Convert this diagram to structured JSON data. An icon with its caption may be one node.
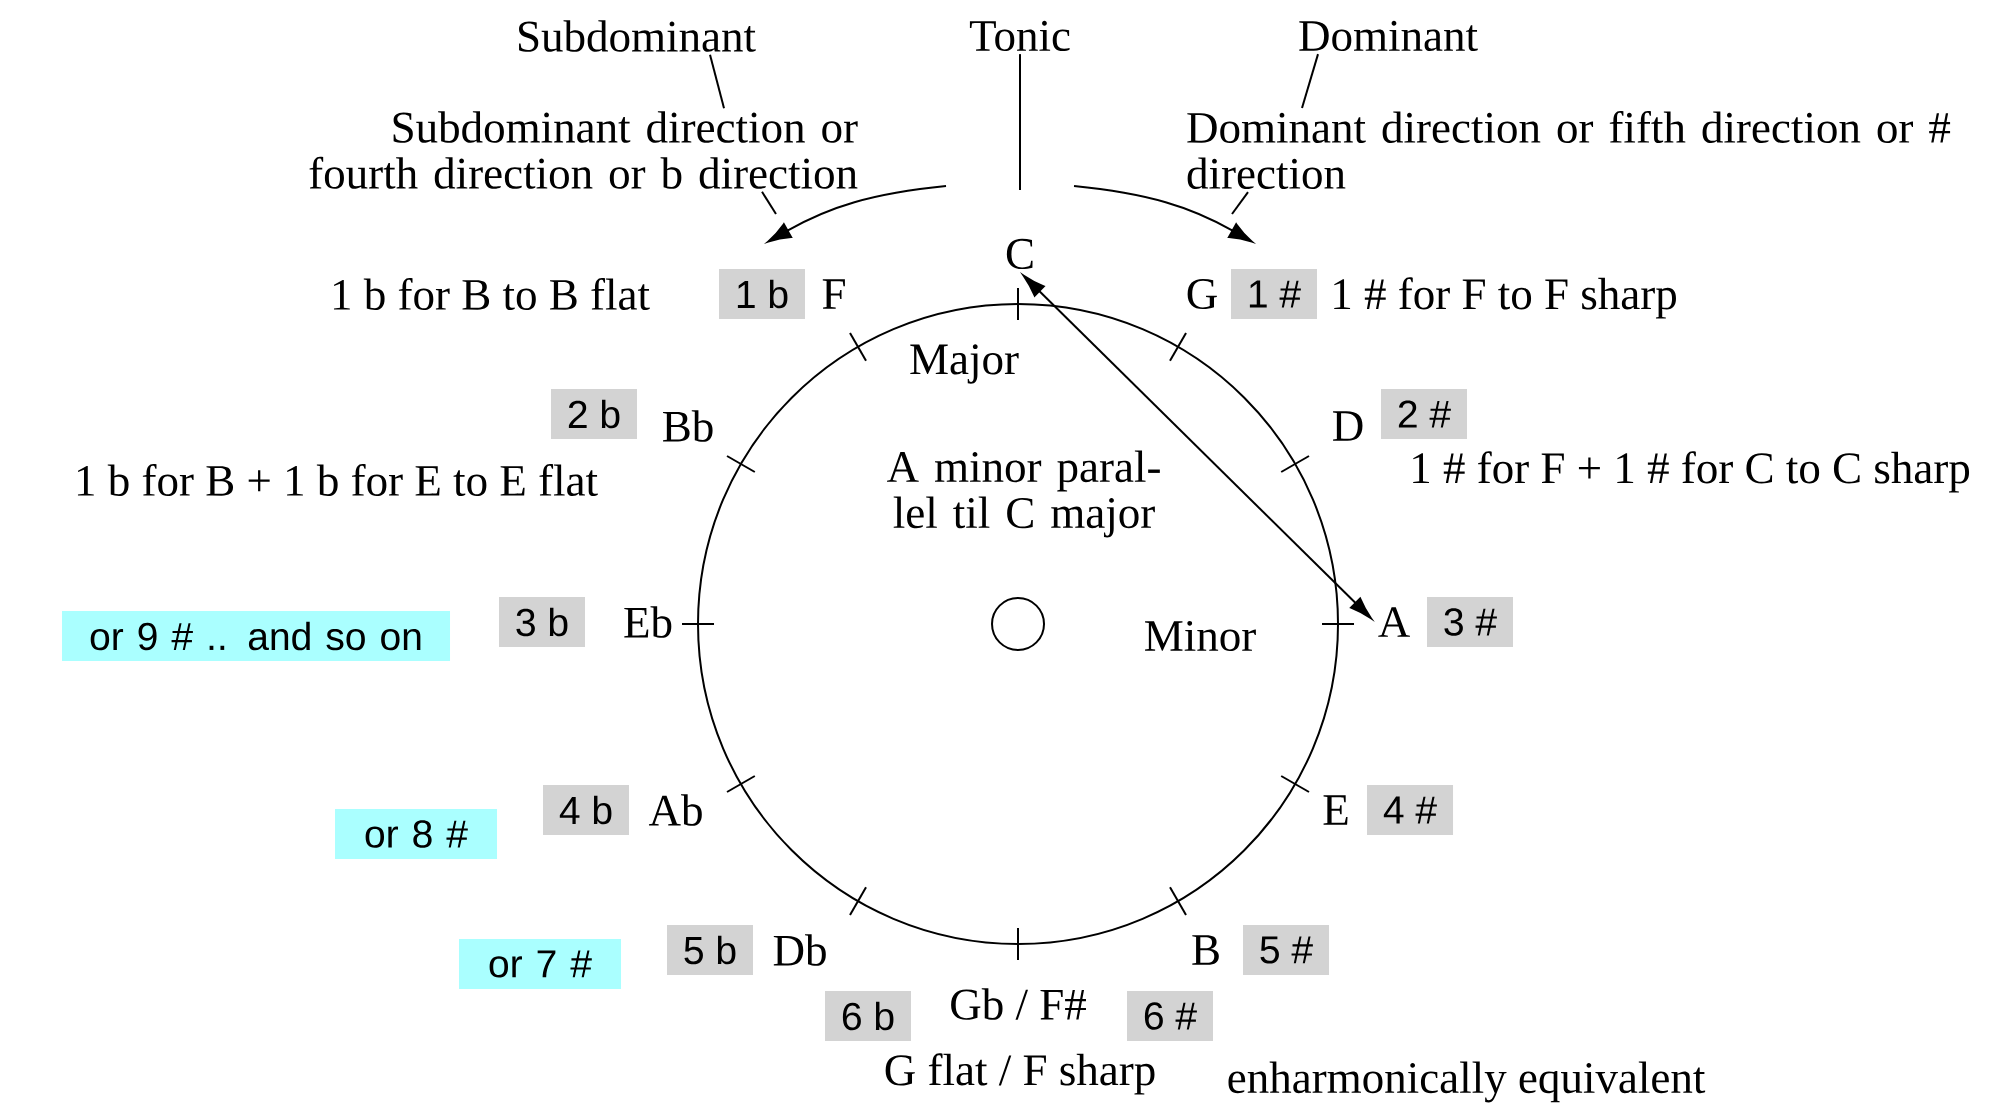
{
  "diagram": {
    "nodes": [
      {
        "text": [
          "Subdominant"
        ]
      },
      {
        "text": [
          "Tonic"
        ]
      },
      {
        "text": [
          "Dominant"
        ]
      },
      {
        "text": [
          "Subdominant direction or fourth direction or b direction"
        ]
      },
      {
        "text": [
          "Dominant direction or fifth direction or # direction"
        ]
      },
      {
        "text": [
          "C"
        ]
      },
      {
        "text": [
          "1 b"
        ]
      },
      {
        "text": [
          "1 #"
        ]
      },
      {
        "text": [
          "2 b"
        ]
      },
      {
        "text": [
          "2 #"
        ]
      },
      {
        "text": [
          "3 b"
        ]
      },
      {
        "text": [
          "A"
        ]
      },
      {
        "text": [
          "3 #"
        ]
      },
      {
        "text": [
          "or 9 # .. and so on"
        ]
      },
      {
        "text": [
          "4 b"
        ]
      },
      {
        "text": [
          "4 #"
        ]
      },
      {
        "text": [
          "or 8 #"
        ]
      },
      {
        "text": [
          "5 b"
        ]
      },
      {
        "text": [
          "5 #"
        ]
      },
      {
        "text": [
          "or 7 #"
        ]
      },
      {
        "text": [
          "6 b"
        ]
      },
      {
        "text": [
          "6 #"
        ]
      }
    ],
    "edges": [
      {
        "from": 0,
        "to": 3,
        "arrow": "none"
      },
      {
        "from": 1,
        "to": null,
        "arrow": "none"
      },
      {
        "from": 2,
        "to": 4,
        "arrow": "none"
      },
      {
        "from": 3,
        "to": null,
        "arrow": "none"
      },
      {
        "from": 4,
        "to": null,
        "arrow": "none"
      },
      {
        "from": 5,
        "to": 11,
        "arrow": "both"
      }
    ],
    "labels": [
      "1 b for B to B flat",
      "F",
      "G",
      "1 # for F to F sharp",
      "Major",
      "Bb",
      "D",
      "1 b for B + 1 b for E to E flat",
      "1 # for F + 1 # for C to C sharp",
      "A minor paral- lel til C major",
      "Eb",
      "Minor",
      "Ab",
      "E",
      "Db",
      "B",
      "Gb / F#",
      "G flat / F sharp",
      "enharmonically equivalent"
    ]
  }
}
